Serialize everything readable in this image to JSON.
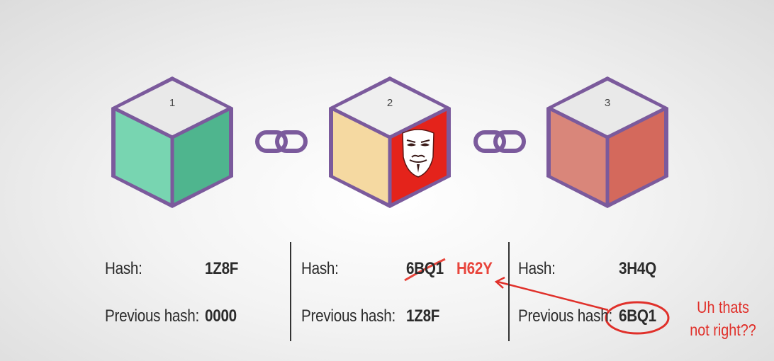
{
  "blocks": [
    {
      "number": "1",
      "colors": {
        "left": "#78d5b1",
        "right": "#4fb58e",
        "top": "#e8e8e8"
      },
      "hash_label": "Hash:",
      "hash_value": "1Z8F",
      "prev_label": "Previous hash:",
      "prev_value": "0000"
    },
    {
      "number": "2",
      "colors": {
        "left": "#f5d9a1",
        "right": "#e4231b",
        "top": "#efefef"
      },
      "badge_icon": "anonymous-mask-icon",
      "hash_label": "Hash:",
      "hash_value_old": "6BQ1",
      "hash_value_new": "H62Y",
      "prev_label": "Previous hash:",
      "prev_value": "1Z8F"
    },
    {
      "number": "3",
      "colors": {
        "left": "#d9867a",
        "right": "#d4695c",
        "top": "#e8e8e8"
      },
      "hash_label": "Hash:",
      "hash_value": "3H4Q",
      "prev_label": "Previous hash:",
      "prev_value": "6BQ1"
    }
  ],
  "link_icon": "chain-link-icon",
  "annotation": {
    "line1": "Uh thats",
    "line2": "not right??",
    "color": "#e0302a"
  },
  "outline_color": "#7d5a9a"
}
